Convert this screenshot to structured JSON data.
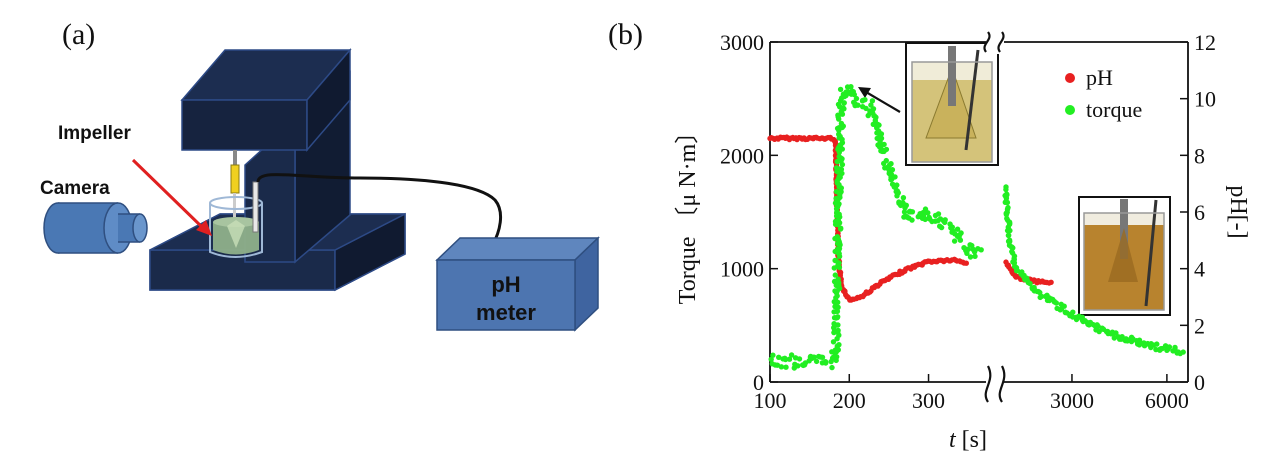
{
  "panel_a": {
    "label": "(a)",
    "impeller_label": "Impeller",
    "camera_label": "Camera",
    "meter_line1": "pH",
    "meter_line2": "meter"
  },
  "panel_b": {
    "label": "(b)"
  },
  "colors": {
    "stand_dark": "#16233f",
    "stand_edge": "#2d4a86",
    "camera_blue": "#4a78b4",
    "meter_blue": "#4d75b0",
    "ph_red": "#e82020",
    "torque_green": "#22ee22",
    "arrow_red": "#e02020",
    "impeller_yellow": "#f0d020"
  },
  "chart_data": {
    "type": "scatter",
    "x_axis": {
      "label_italic": "t",
      "label_unit": "[s]",
      "broken": true,
      "segment1_range": [
        100,
        375
      ],
      "segment1_ticks": [
        "100",
        "200",
        "300"
      ],
      "segment2_range": [
        1800,
        7000
      ],
      "segment2_ticks": [
        "3000",
        "6000"
      ]
    },
    "y_left": {
      "label": "Torque 〔μ N·m〕",
      "range": [
        0,
        3000
      ],
      "ticks": [
        "0",
        "1000",
        "2000",
        "3000"
      ]
    },
    "y_right": {
      "label": "pH[-]",
      "range": [
        0,
        12
      ],
      "ticks": [
        "0",
        "2",
        "4",
        "6",
        "8",
        "10",
        "12"
      ]
    },
    "legend": {
      "position": "top-right",
      "entries": [
        "pH",
        "torque"
      ]
    },
    "series": [
      {
        "name": "pH",
        "axis": "right",
        "segment1": [
          [
            100,
            8.6
          ],
          [
            180,
            8.6
          ],
          [
            183,
            8.4
          ],
          [
            186,
            4.5
          ],
          [
            190,
            3.4
          ],
          [
            200,
            2.9
          ],
          [
            215,
            3.0
          ],
          [
            240,
            3.5
          ],
          [
            270,
            3.95
          ],
          [
            300,
            4.25
          ],
          [
            330,
            4.3
          ],
          [
            350,
            4.2
          ]
        ],
        "segment2": [
          [
            1850,
            4.2
          ],
          [
            2000,
            3.7
          ],
          [
            2300,
            3.55
          ],
          [
            2600,
            3.5
          ]
        ]
      },
      {
        "name": "torque",
        "axis": "left",
        "segment1": [
          [
            100,
            180
          ],
          [
            180,
            180
          ],
          [
            183,
            280
          ],
          [
            186,
            1500
          ],
          [
            190,
            2500
          ],
          [
            198,
            2600
          ],
          [
            210,
            2450
          ],
          [
            225,
            2450
          ],
          [
            240,
            2100
          ],
          [
            260,
            1650
          ],
          [
            275,
            1450
          ],
          [
            290,
            1500
          ],
          [
            310,
            1450
          ],
          [
            330,
            1350
          ],
          [
            345,
            1200
          ],
          [
            355,
            1150
          ],
          [
            365,
            1100
          ]
        ],
        "segment2": [
          [
            1850,
            1700
          ],
          [
            1900,
            1250
          ],
          [
            2000,
            1000
          ],
          [
            2300,
            800
          ],
          [
            2800,
            650
          ],
          [
            3300,
            520
          ],
          [
            4000,
            420
          ],
          [
            5000,
            340
          ],
          [
            6000,
            290
          ],
          [
            6800,
            260
          ]
        ]
      }
    ]
  }
}
